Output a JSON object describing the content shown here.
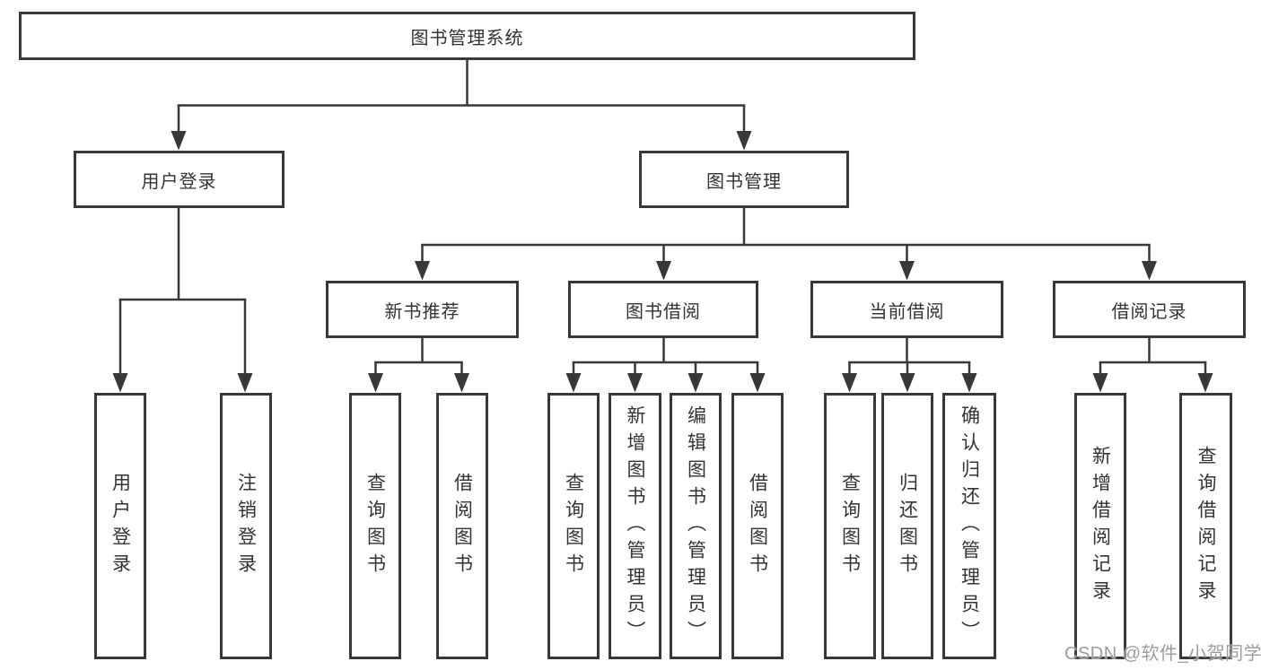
{
  "diagram": {
    "root": {
      "label": "图书管理系统"
    },
    "branches": [
      {
        "label": "用户登录",
        "children": [
          {
            "label": "用户登录"
          },
          {
            "label": "注销登录"
          }
        ]
      },
      {
        "label": "图书管理",
        "children": [
          {
            "label": "新书推荐",
            "children": [
              {
                "label": "查询图书"
              },
              {
                "label": "借阅图书"
              }
            ]
          },
          {
            "label": "图书借阅",
            "children": [
              {
                "label": "查询图书"
              },
              {
                "label": "新增图书（管理员）"
              },
              {
                "label": "编辑图书（管理员）"
              },
              {
                "label": "借阅图书"
              }
            ]
          },
          {
            "label": "当前借阅",
            "children": [
              {
                "label": "查询图书"
              },
              {
                "label": "归还图书"
              },
              {
                "label": "确认归还（管理员）"
              }
            ]
          },
          {
            "label": "借阅记录",
            "children": [
              {
                "label": "新增借阅记录"
              },
              {
                "label": "查询借阅记录"
              }
            ]
          }
        ]
      }
    ]
  },
  "watermark": {
    "text": "CSDN @软件_小贺同学"
  },
  "colors": {
    "line": "#383838",
    "text": "#333333",
    "background": "#ffffff",
    "watermark": "#9c9c9c"
  }
}
